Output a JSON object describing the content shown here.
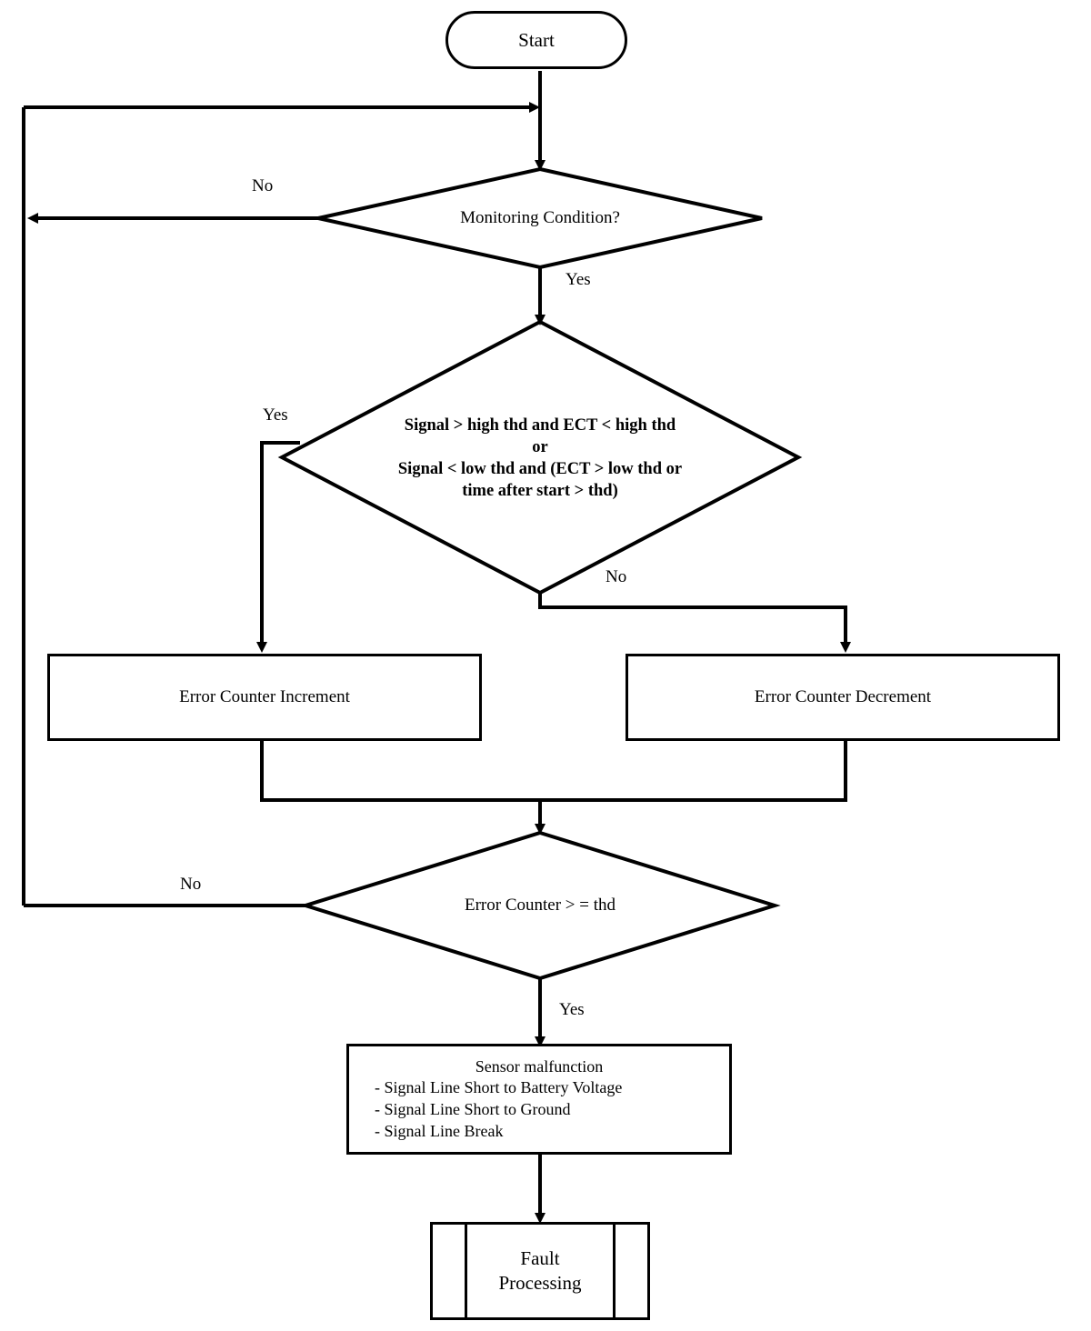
{
  "diagram": {
    "title": "Sensor Signal Monitoring Fault Detection Flowchart",
    "type": "flowchart",
    "background_color": "#ffffff",
    "line_color": "#000000",
    "text_color": "#000000"
  },
  "nodes": {
    "start": {
      "shape": "terminator",
      "label": "Start"
    },
    "monitoring_condition": {
      "shape": "decision",
      "label": "Monitoring Condition?"
    },
    "signal_condition": {
      "shape": "decision",
      "line1": "Signal > high thd and ECT < high thd",
      "line2": "or",
      "line3": "Signal < low thd and (ECT > low thd or",
      "line4": "time after start > thd)"
    },
    "error_counter_increment": {
      "shape": "process",
      "label": "Error Counter Increment"
    },
    "error_counter_decrement": {
      "shape": "process",
      "label": "Error Counter Decrement"
    },
    "error_counter_threshold": {
      "shape": "decision",
      "label": "Error Counter > = thd"
    },
    "sensor_malfunction": {
      "shape": "process",
      "title": "Sensor malfunction",
      "items": [
        "- Signal Line Short to Battery Voltage",
        "- Signal Line Short to Ground",
        "- Signal Line Break"
      ]
    },
    "fault_processing": {
      "shape": "predefined-process",
      "line1": "Fault",
      "line2": "Processing"
    }
  },
  "edge_labels": {
    "monitoring_no": "No",
    "monitoring_yes": "Yes",
    "signal_yes": "Yes",
    "signal_no": "No",
    "threshold_no": "No",
    "threshold_yes": "Yes"
  }
}
